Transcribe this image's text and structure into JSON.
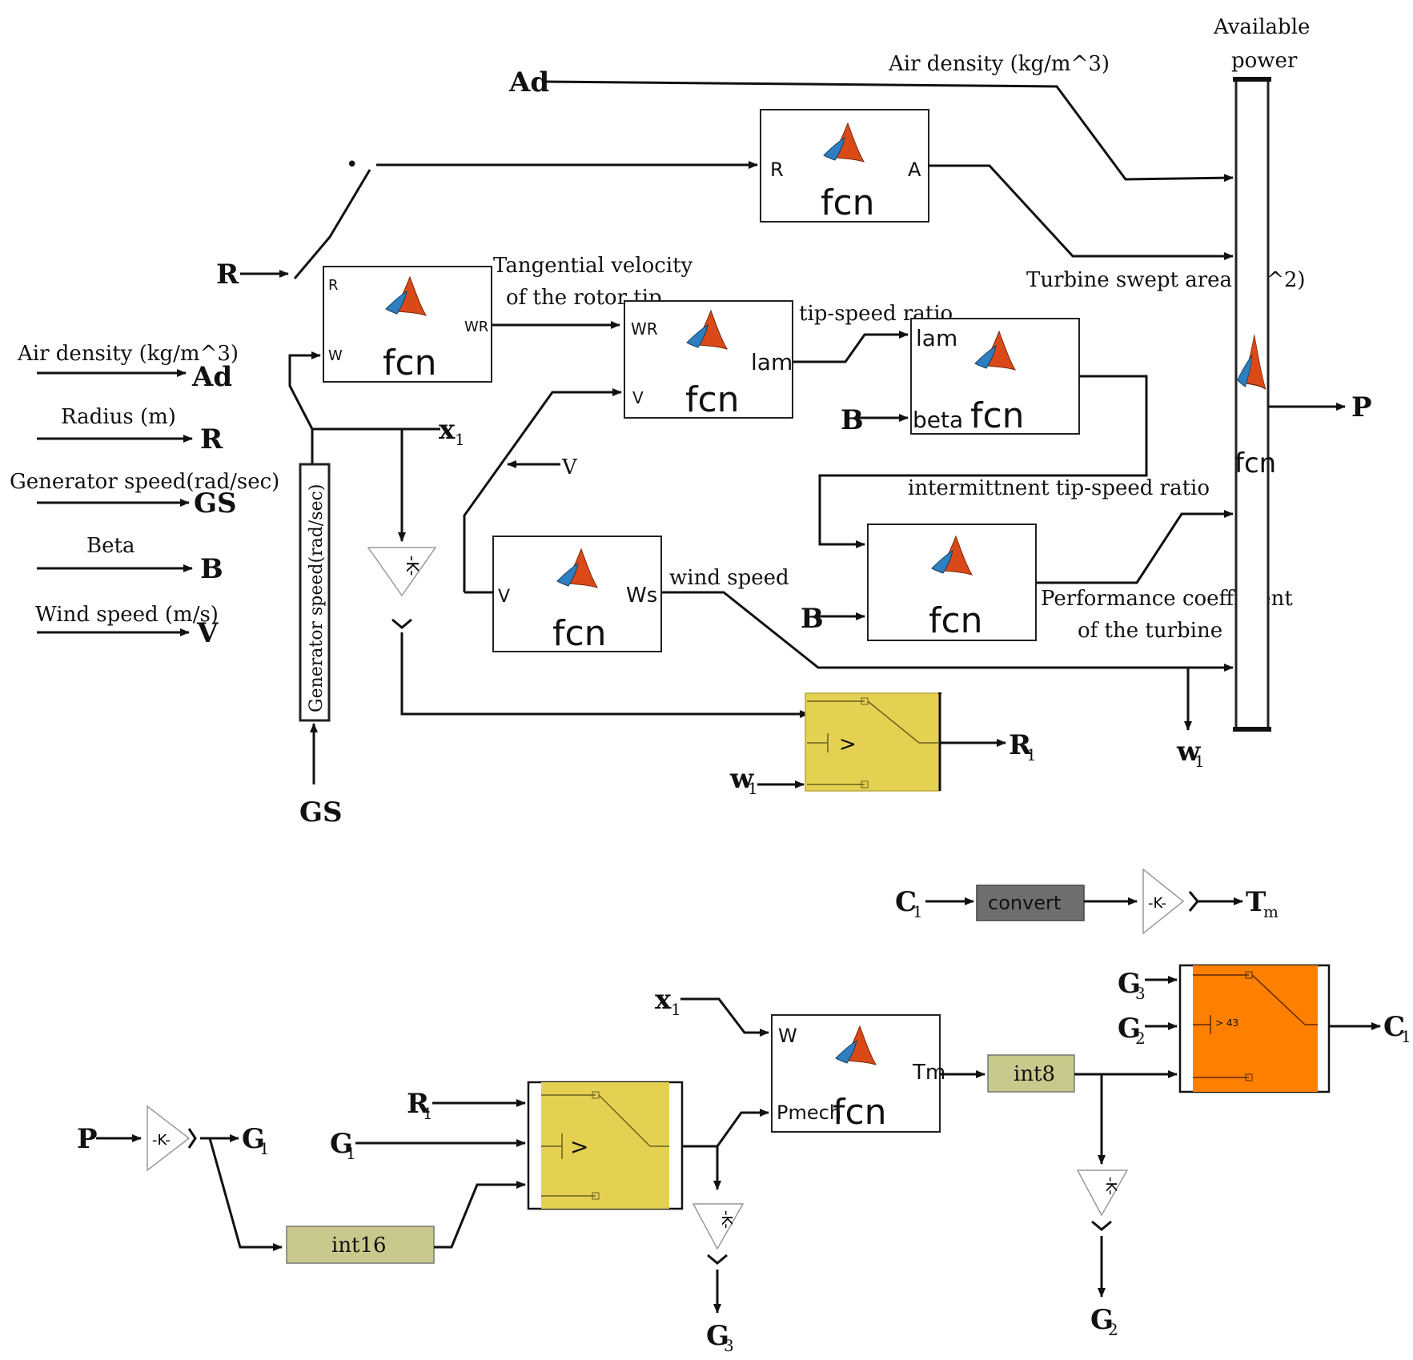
{
  "signals": {
    "ad": "Ad",
    "r": "R",
    "gs": "GS",
    "b": "B",
    "v": "V",
    "p": "P",
    "x1": "x",
    "w1": "w",
    "r1": "R",
    "g1": "G",
    "g2": "G",
    "g3": "G",
    "c1": "C",
    "tm": "T",
    "tm_sub": "m",
    "sub1": "1",
    "sub2": "2",
    "sub3": "3"
  },
  "legend": {
    "air_density": "Air density (kg/m^3)",
    "radius": "Radius (m)",
    "gen_speed": "Generator speed(rad/sec)",
    "beta": "Beta",
    "wind_speed": "Wind speed (m/s)"
  },
  "blocks": {
    "fcn": "fcn",
    "area_in": "R",
    "area_out": "A",
    "tip_in_r": "R",
    "tip_in_w": "W",
    "tip_out": "WR",
    "lam_in_wr": "WR",
    "lam_in_v": "V",
    "lam_out": "lam",
    "cp1_in_lam": "lam",
    "cp1_in_beta": "beta",
    "ws_in": "V",
    "ws_out": "Ws",
    "torque_in_w": "W",
    "torque_in_pmech": "Pmech",
    "torque_out": "Tm",
    "gain": "-K-",
    "convert": "convert",
    "int8": "int8",
    "int16": "int16",
    "gt": ">",
    "gt43": "> 43",
    "gen_speed_box": "Generator speed(rad/sec)",
    "dot": "•"
  },
  "labels": {
    "air_density": "Air density (kg/m^3)",
    "available_power_1": "Available",
    "available_power_2": "power",
    "swept_area": "Turbine swept area (m^2)",
    "tangential_1": "Tangential velocity",
    "tangential_2": "of the rotor tip",
    "tip_speed": "tip-speed ratio",
    "intermittent": "intermittnent tip-speed ratio",
    "wind_speed": "wind speed",
    "perf_1": "Performance coefficient",
    "perf_2": "of the turbine"
  },
  "colors": {
    "switch_yellow": "#E4D152",
    "switch_orange": "#FF8000",
    "convert_gray": "#6E6E6E",
    "int_olive": "#C9C98E",
    "matlab_orange": "#D94A18",
    "matlab_blue": "#2E7FC0"
  }
}
